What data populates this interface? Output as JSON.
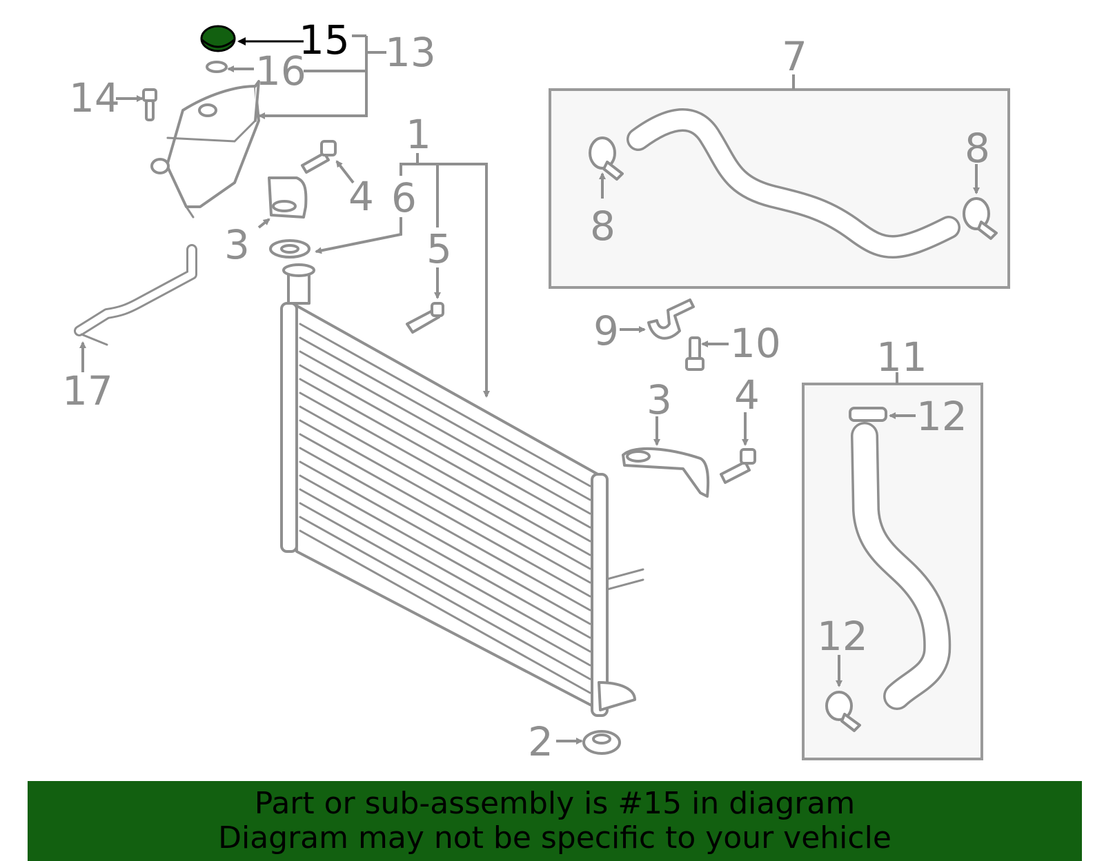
{
  "highlight_color": "#126010",
  "callouts": {
    "c1": "1",
    "c2": "2",
    "c3a": "3",
    "c3b": "3",
    "c4a": "4",
    "c4b": "4",
    "c5": "5",
    "c6": "6",
    "c7": "7",
    "c8a": "8",
    "c8b": "8",
    "c9": "9",
    "c10": "10",
    "c11": "11",
    "c12a": "12",
    "c12b": "12",
    "c13": "13",
    "c14": "14",
    "c15": "15",
    "c16": "16",
    "c17": "17"
  },
  "banner": {
    "line1": "Part or sub-assembly is #15 in diagram",
    "line2": "Diagram may not be specific to your vehicle"
  }
}
